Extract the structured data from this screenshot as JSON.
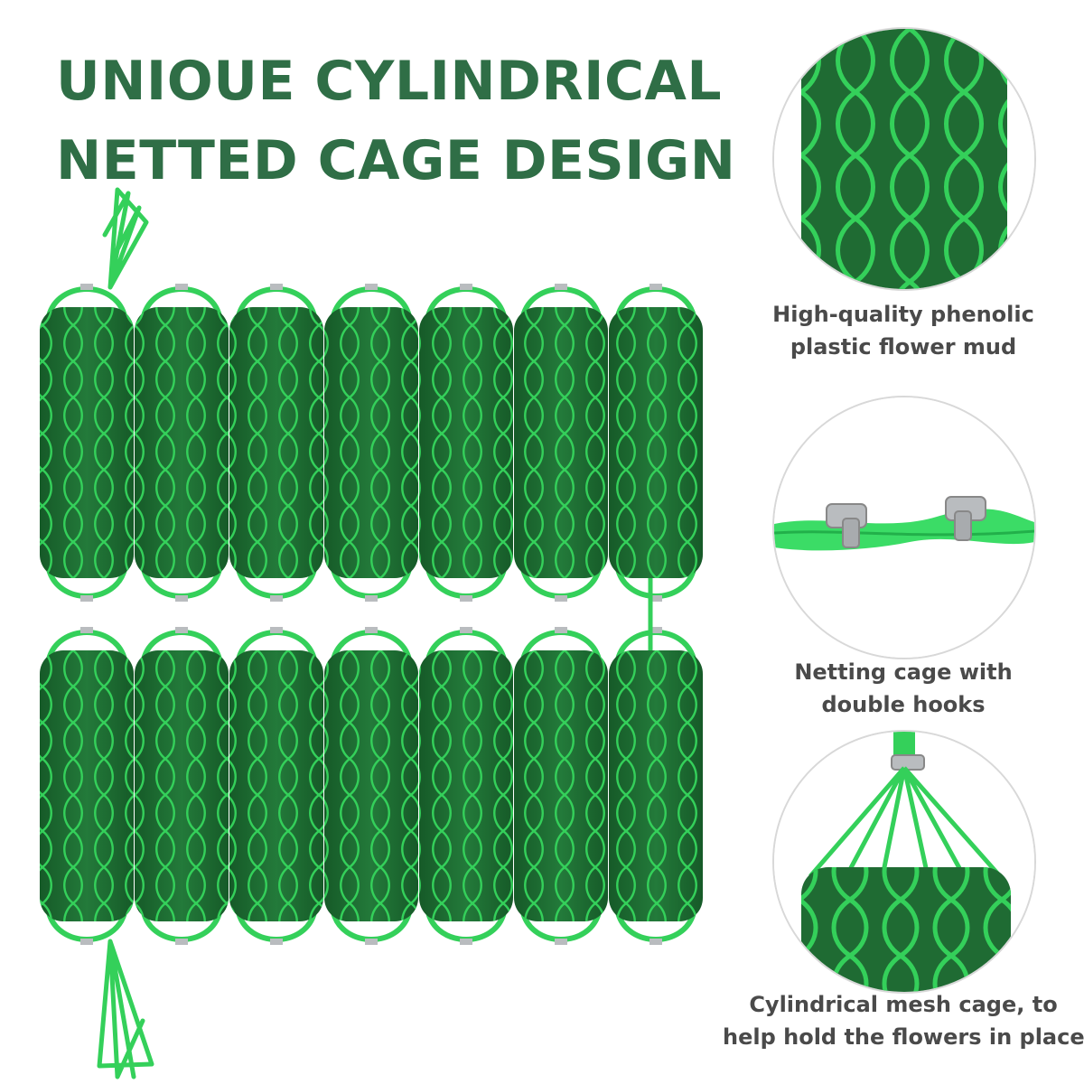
{
  "headline": {
    "line1": "UNIOUE CYLINDRICAL",
    "line2": "NETTED CAGE DESIGN"
  },
  "features": [
    {
      "line1": "High-quality phenolic",
      "line2": "plastic flower mud"
    },
    {
      "line1": "Netting cage with",
      "line2": "double hooks"
    },
    {
      "line1": "Cylindrical mesh cage, to",
      "line2": "help hold the flowers in place"
    }
  ],
  "colors": {
    "headline": "#2f6e46",
    "foam": "#1f6b33",
    "net": "#34d05a",
    "caption": "#4a4a4a",
    "clip": "#b9bcbf"
  },
  "product": {
    "rows": 2,
    "bricks_per_row": 7
  }
}
